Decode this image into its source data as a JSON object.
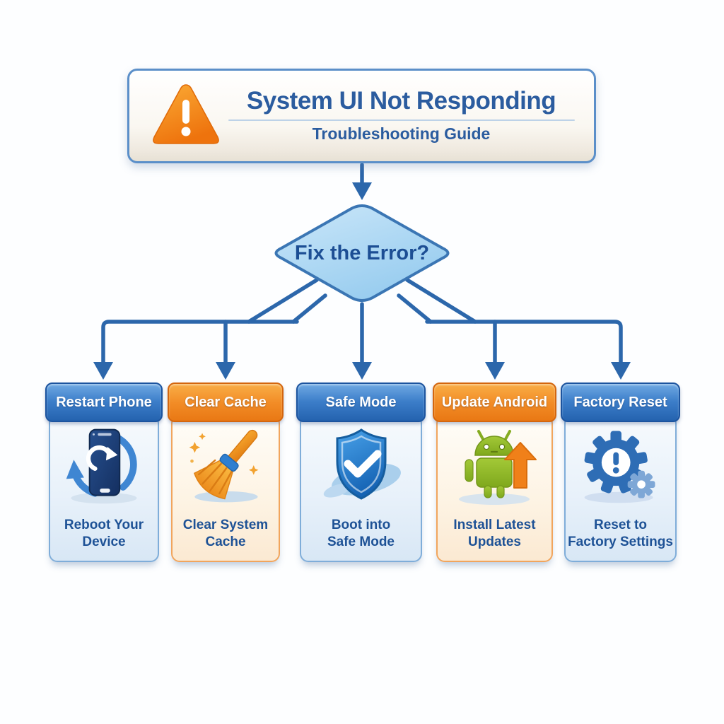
{
  "header": {
    "icon": "warning-triangle-icon",
    "title": "System UI Not Responding",
    "subtitle": "Troubleshooting Guide"
  },
  "decision": {
    "label": "Fix the Error?"
  },
  "cards": [
    {
      "id": "restart-phone",
      "header": "Restart Phone",
      "theme": "blue",
      "icon": "phone-restart-icon",
      "caption1": "Reboot Your",
      "caption2": "Device"
    },
    {
      "id": "clear-cache",
      "header": "Clear Cache",
      "theme": "orange",
      "icon": "broom-icon",
      "caption1": "Clear System",
      "caption2": "Cache"
    },
    {
      "id": "safe-mode",
      "header": "Safe Mode",
      "theme": "blue",
      "icon": "shield-check-icon",
      "caption1": "Boot into",
      "caption2": "Safe Mode"
    },
    {
      "id": "update-android",
      "header": "Update Android",
      "theme": "orange",
      "icon": "android-update-icon",
      "caption1": "Install Latest",
      "caption2": "Updates"
    },
    {
      "id": "factory-reset",
      "header": "Factory Reset",
      "theme": "blue",
      "icon": "gear-alert-icon",
      "caption1": "Reset to",
      "caption2": "Factory Settings"
    }
  ],
  "colors": {
    "connector_line": "#2c67ab",
    "blue_header": "#2f6fbe",
    "orange_header": "#f28a24",
    "diamond_fill": "#aed6f2",
    "diamond_border": "#3b76b4",
    "title_text": "#2b5c9f",
    "caption_text": "#1e5296",
    "warning_orange": "#f5860f"
  }
}
